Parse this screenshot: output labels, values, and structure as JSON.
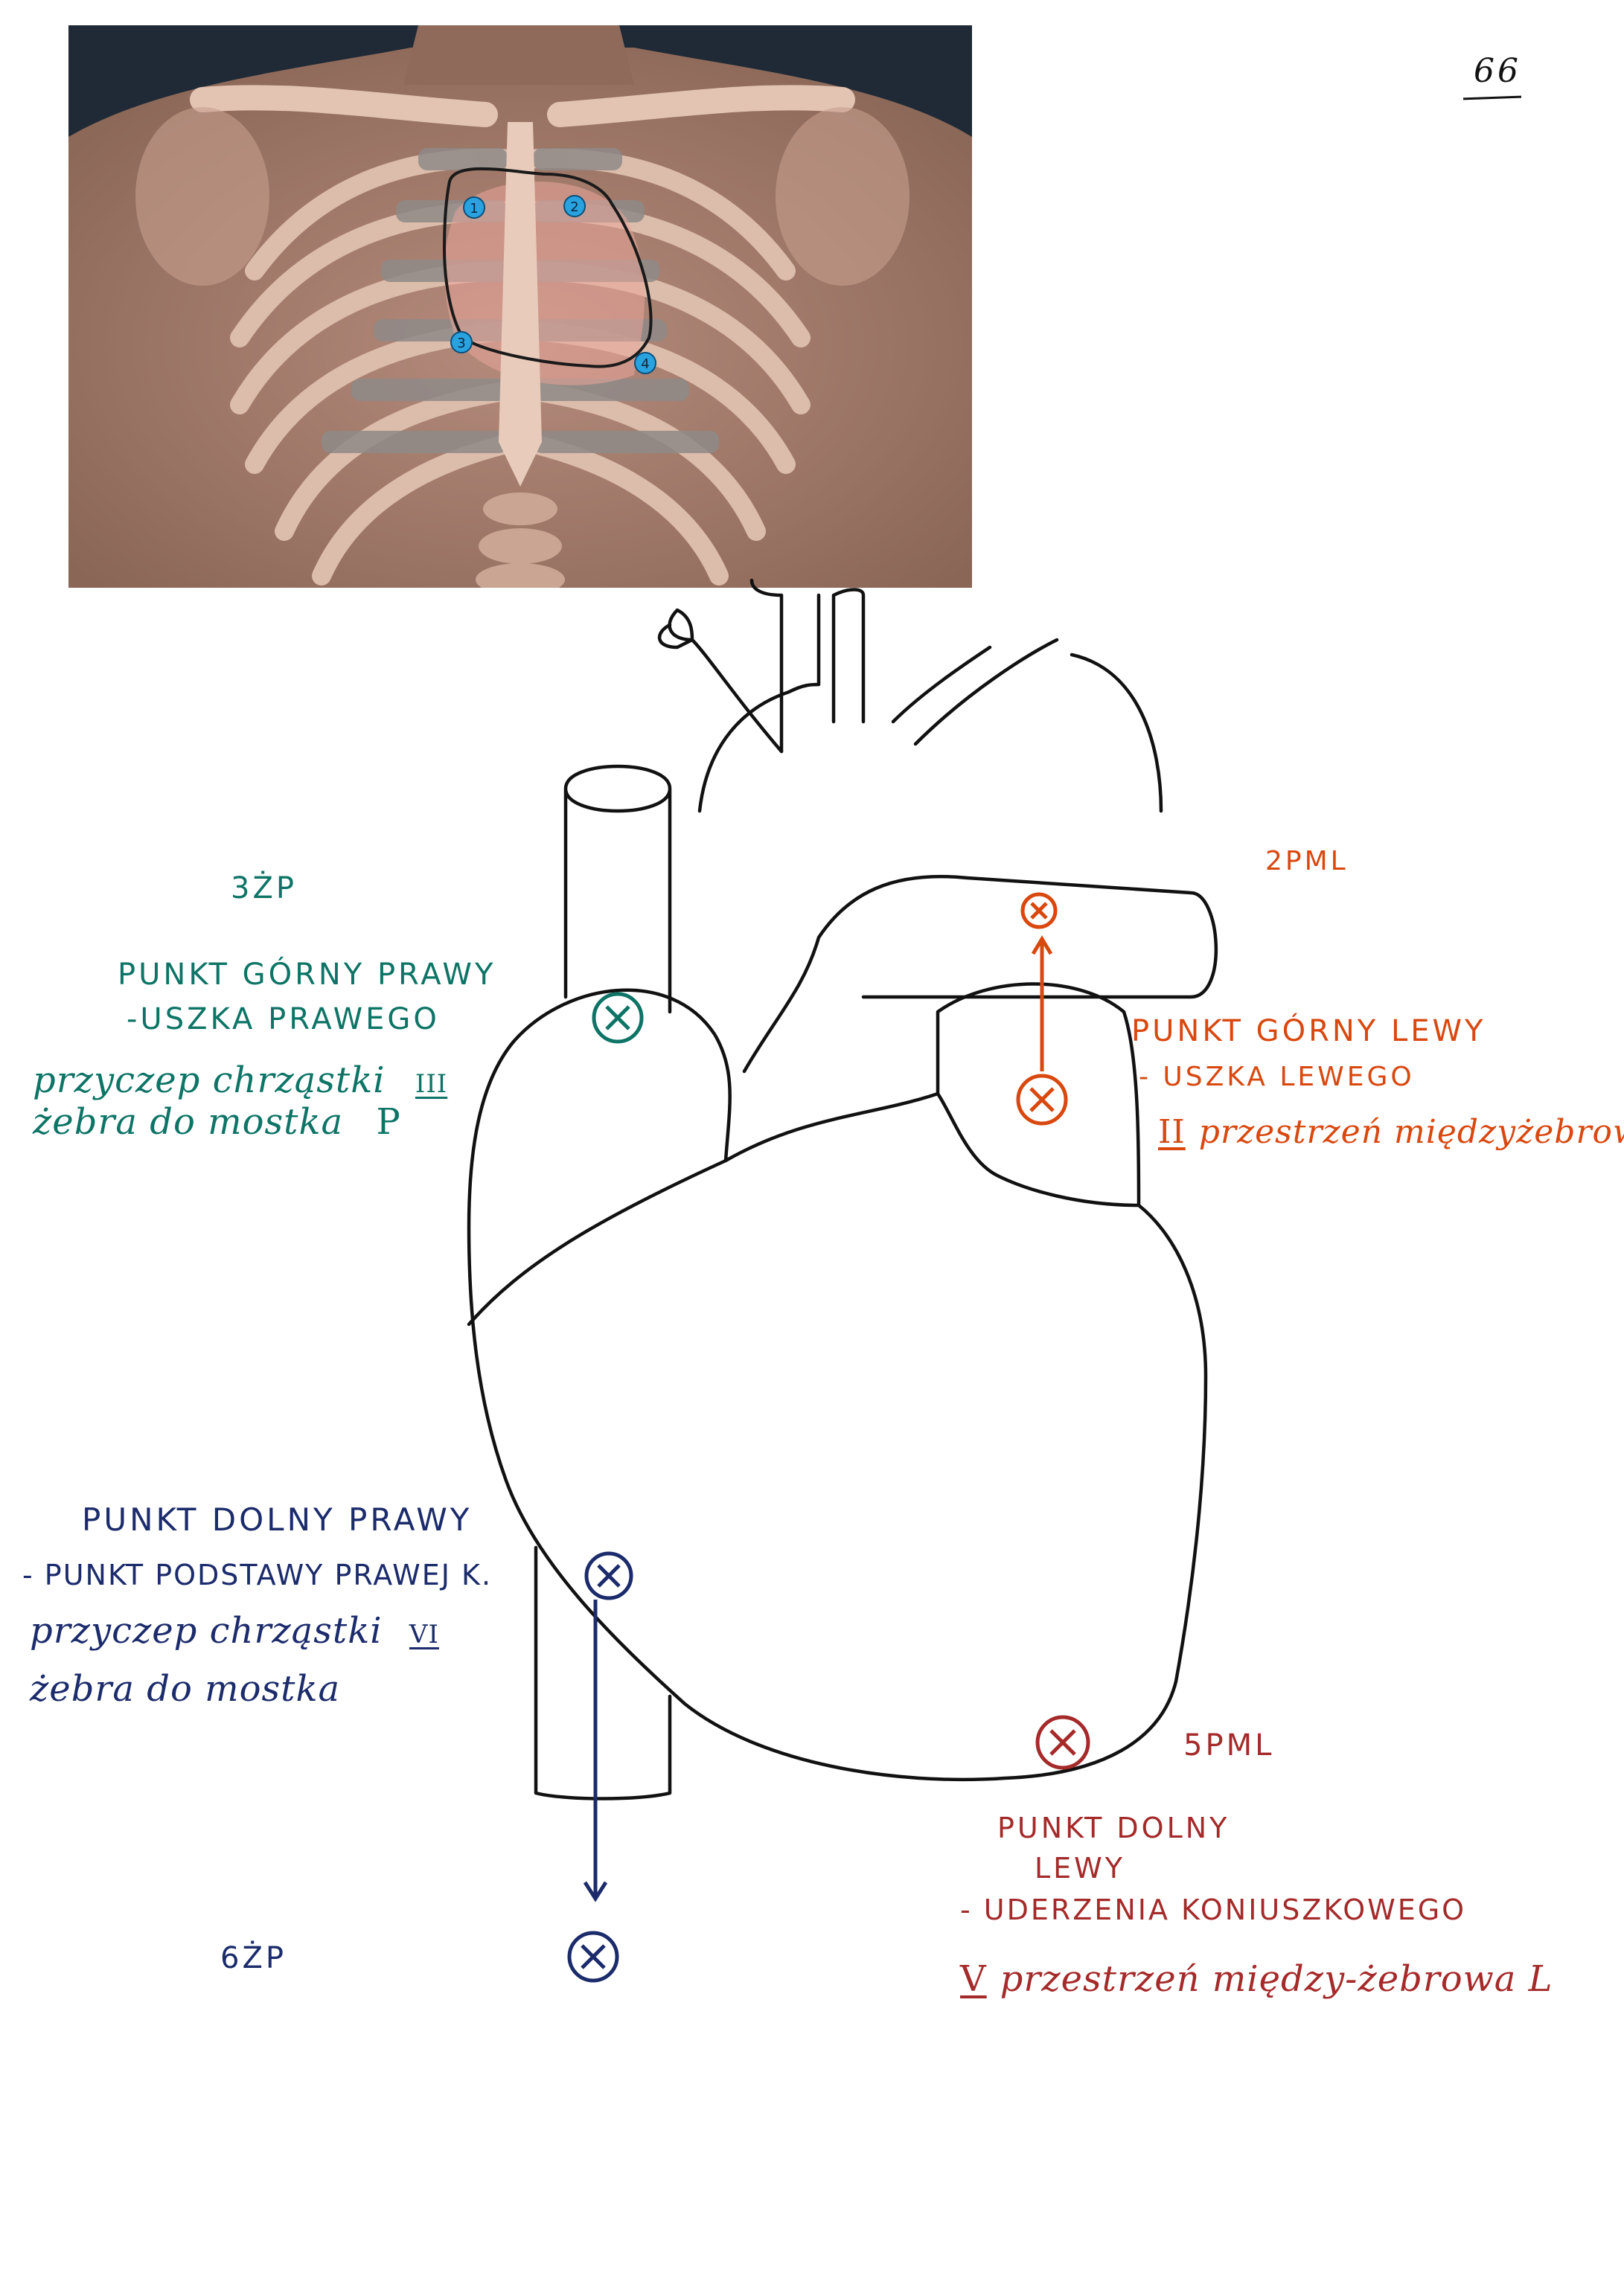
{
  "page": {
    "number": "66"
  },
  "photo": {
    "markers": [
      {
        "id": "1",
        "label": "1"
      },
      {
        "id": "2",
        "label": "2"
      },
      {
        "id": "3",
        "label": "3"
      },
      {
        "id": "4",
        "label": "4"
      }
    ],
    "marker_color": "#29a3e0"
  },
  "annotations": {
    "right_upper": {
      "code": "3ŻP",
      "title": "PUNKT GÓRNY PRAWY",
      "subtitle": "-USZKA PRAWEGO",
      "line1": "przyczep chrząstki",
      "line1_roman": "III",
      "line2": "żebra do mostka",
      "line2_end": "P",
      "color": "#0d7466"
    },
    "left_upper": {
      "code": "2PML",
      "title": "PUNKT GÓRNY LEWY",
      "subtitle": "- USZKA LEWEGO",
      "roman": "II",
      "line1": "przestrzeń międzyżebrowa",
      "color": "#d9480f"
    },
    "right_lower": {
      "title": "PUNKT DOLNY PRAWY",
      "subtitle": "- PUNKT PODSTAWY PRAWEJ K.",
      "line1": "przyczep chrząstki",
      "line1_roman": "VI",
      "line2": "żebra do mostka",
      "code": "6ŻP",
      "color": "#1b2b6b"
    },
    "left_lower": {
      "code": "5PML",
      "title_line1": "PUNKT DOLNY",
      "title_line2": "LEWY",
      "subtitle": "- UDERZENIA KONIUSZKOWEGO",
      "roman": "V",
      "line1": "przestrzeń między-żebrowa L",
      "color": "#a52a2a"
    }
  }
}
